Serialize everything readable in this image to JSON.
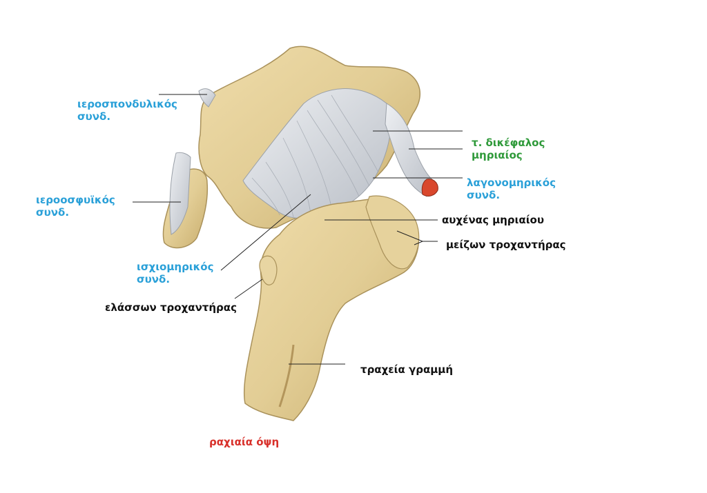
{
  "colors": {
    "ligament_label": "#2aa0d8",
    "muscle_label": "#2f9a3a",
    "bone_label": "#111111",
    "view_label": "#d8302a",
    "bone": "#e3cf98",
    "ligament": "#d2d6dc"
  },
  "labels": {
    "sacrospinous": {
      "line1": "ιεροσπονδυλικός",
      "line2": "συνδ."
    },
    "sacrotuberous": {
      "line1": "ιεροοσφυϊκός",
      "line2": "συνδ."
    },
    "ischiofemoral": {
      "line1": "ισχιομηρικός",
      "line2": "συνδ."
    },
    "rectus_femoris": {
      "line1": "τ. δικέφαλος",
      "line2": "μηριαίος"
    },
    "iliofemoral": {
      "line1": "λαγονομηρικός",
      "line2": "συνδ."
    },
    "femoral_neck": "αυχένας μηριαίου",
    "greater_trochanter": "μείζων τροχαντήρας",
    "lesser_trochanter": "ελάσσων τροχαντήρας",
    "linea_aspera": "τραχεία γραμμή",
    "view": "ραχιαία όψη"
  }
}
